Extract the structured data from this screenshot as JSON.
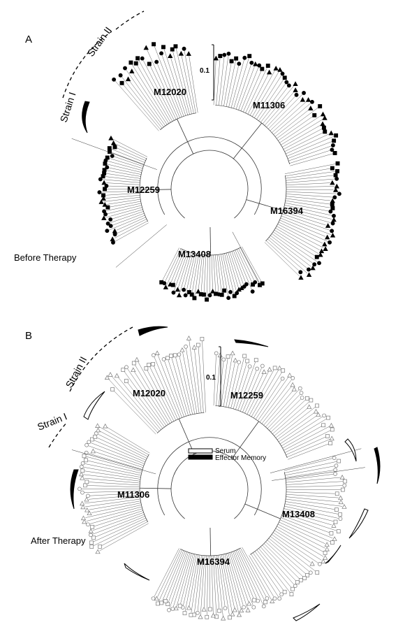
{
  "panel_a": {
    "letter": "A",
    "caption": "Before Therapy",
    "scale_bar": "0.1",
    "strain_labels": [
      "Strain I",
      "Strain II"
    ],
    "clades": [
      "M12020",
      "M11306",
      "M12259",
      "M16394",
      "M13408"
    ]
  },
  "panel_b": {
    "letter": "B",
    "caption": "After Therapy",
    "scale_bar": "0.1",
    "strain_labels": [
      "Strain II",
      "Strain I"
    ],
    "clades": [
      "M12020",
      "M12259",
      "M11306",
      "M13408",
      "M16394"
    ],
    "legend": {
      "serum": "Serum",
      "effector_memory": "Effector Memory"
    }
  },
  "colors": {
    "ink": "#000000",
    "branch": "#333333",
    "open_marker": "#777777"
  }
}
